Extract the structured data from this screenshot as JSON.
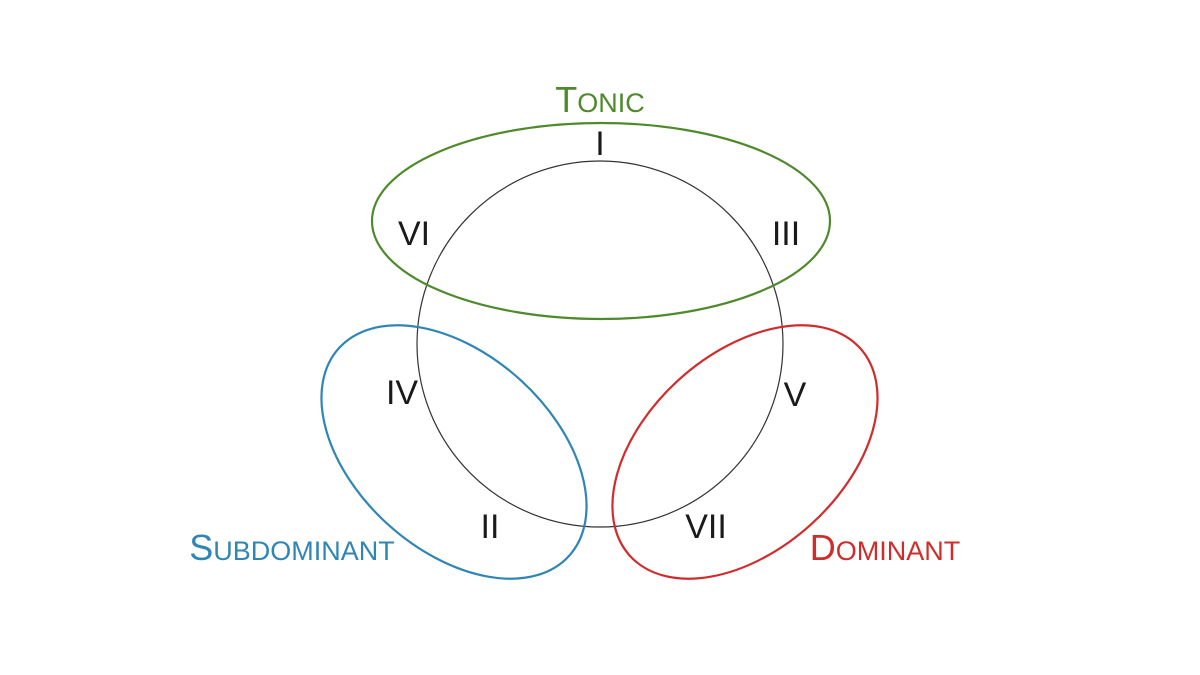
{
  "groups": {
    "tonic": {
      "cap": "T",
      "rest": "ONIC",
      "color": "#4e8a2c"
    },
    "subdominant": {
      "cap": "S",
      "rest": "UBDOMINANT",
      "color": "#2f86b5"
    },
    "dominant": {
      "cap": "D",
      "rest": "OMINANT",
      "color": "#d12c2c"
    }
  },
  "circle_color": "#333333",
  "numerals": {
    "I": "I",
    "III": "III",
    "V": "V",
    "VII": "VII",
    "II": "II",
    "IV": "IV",
    "VI": "VI"
  }
}
